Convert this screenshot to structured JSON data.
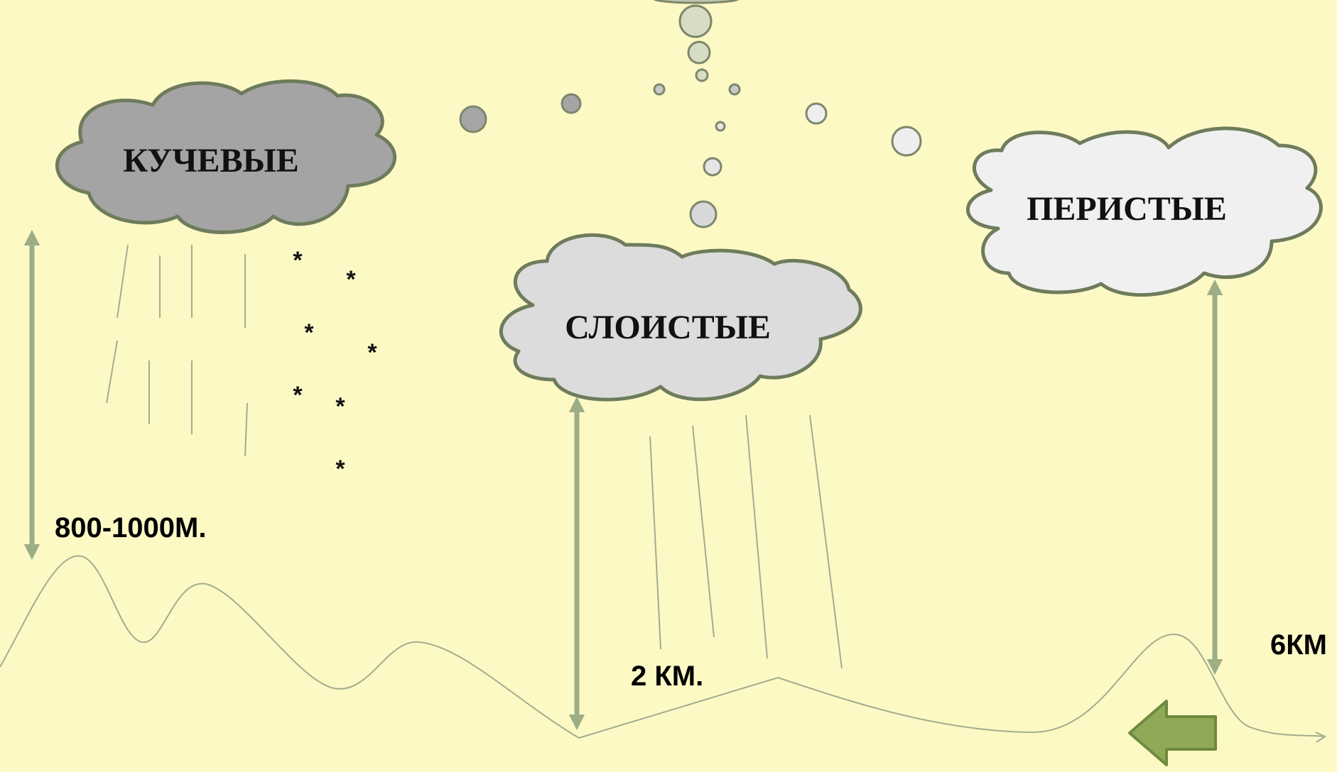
{
  "clouds": {
    "cumulus": "КУЧЕВЫЕ",
    "stratus": "СЛОИСТЫЕ",
    "cirrus": "ПЕРИСТЫЕ"
  },
  "distances": {
    "cumulus": "800-1000М.",
    "stratus": "2 КМ.",
    "cirrus": "6КМ"
  },
  "snow_symbol": "*",
  "colors": {
    "background": "#fdf9c5",
    "cumulus_fill": "#a4a4a4",
    "stratus_fill": "#dcdcdc",
    "cirrus_fill": "#f0f0f0",
    "outline": "#6e7c5c",
    "arrow": "#9dad86",
    "back_arrow": "#8faa56"
  },
  "icons": {
    "back": "left-arrow-icon"
  }
}
